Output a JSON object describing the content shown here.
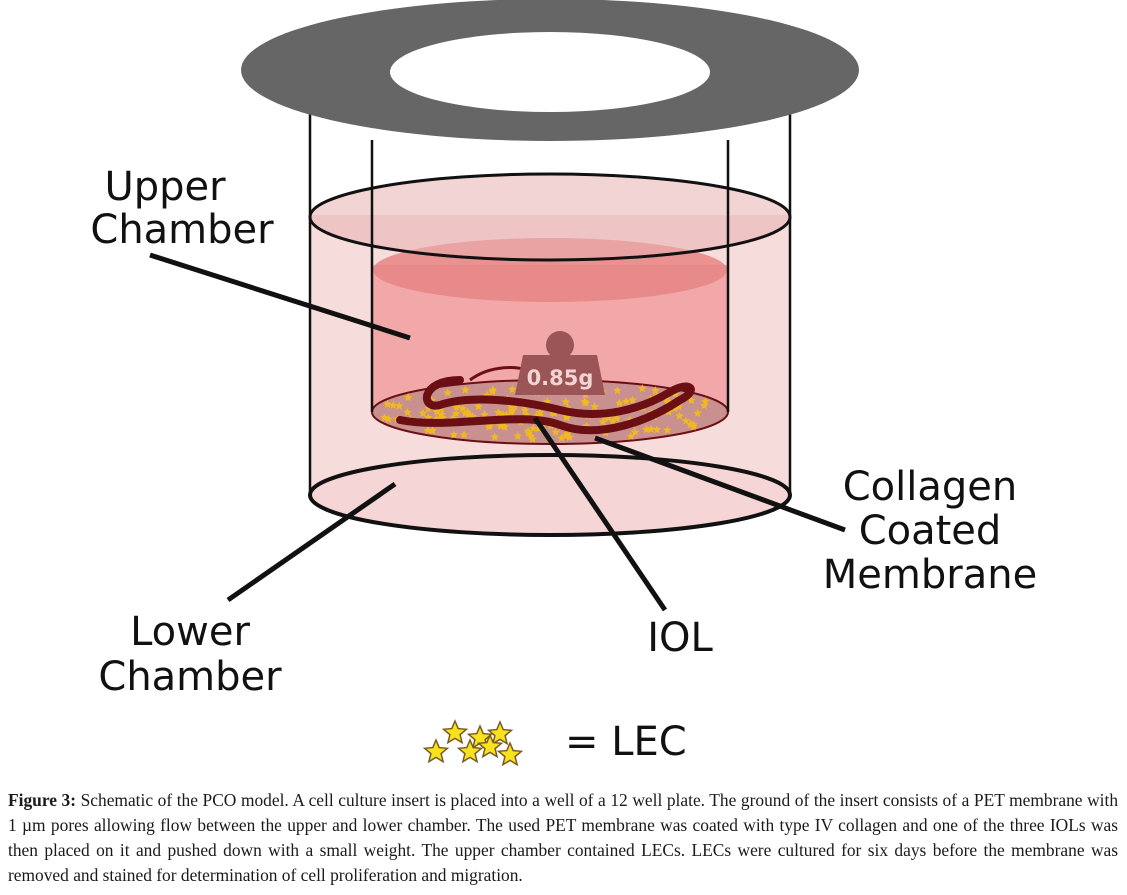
{
  "diagram": {
    "title": "Schematic of the PCO model",
    "labels": {
      "upper_chamber_line1": "Upper",
      "upper_chamber_line2": "Chamber",
      "lower_chamber_line1": "Lower",
      "lower_chamber_line2": "Chamber",
      "membrane_line1": "Collagen",
      "membrane_line2": "Coated",
      "membrane_line3": "Membrane",
      "iol": "IOL",
      "weight": "0.85g"
    },
    "legend": {
      "icon": "star-cluster-icon",
      "text": "= LEC"
    },
    "colors": {
      "rim": "#666666",
      "upper_medium": "#f2a8a8",
      "medium_surface": "#e88585",
      "lower_chamber": "#f7dcdc",
      "membrane": "#b07070",
      "iol": "#6b0f14",
      "weight": "#9c5557",
      "cells": "#f0b91f"
    }
  },
  "caption": {
    "label": "Figure 3:",
    "text": " Schematic of the PCO model. A cell culture insert is placed into a well of a 12 well plate. The ground of the insert consists of a PET membrane with 1 µm pores allowing flow between the upper and lower chamber. The used PET membrane was coated with type IV collagen and one of the three IOLs was then placed on it and pushed down with a small weight. The upper chamber contained LECs. LECs were cultured for six days before the membrane was removed and stained for determination of cell proliferation and migration."
  }
}
